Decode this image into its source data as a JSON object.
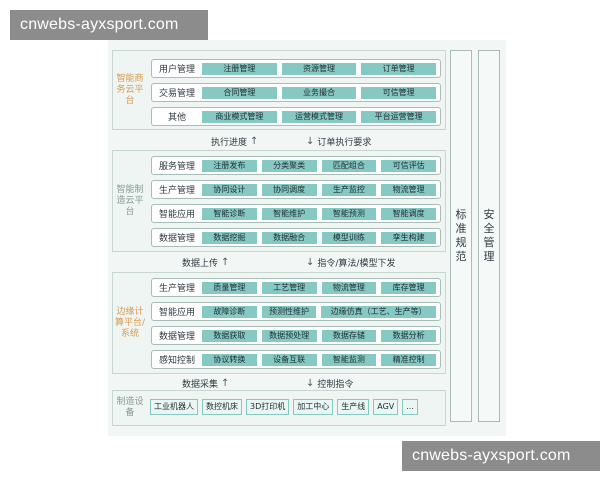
{
  "watermark": "cnwebs-ayxsport.com",
  "groups": [
    {
      "label": "智能商务云平台",
      "rows": [
        {
          "title": "用户管理",
          "cells": [
            "注册管理",
            "资源管理",
            "订单管理"
          ]
        },
        {
          "title": "交易管理",
          "cells": [
            "合同管理",
            "业务撮合",
            "可信管理"
          ]
        },
        {
          "title": "其他",
          "cells": [
            "商业模式管理",
            "运营模式管理",
            "平台运营管理"
          ]
        }
      ]
    },
    {
      "label": "智能制造云平台",
      "rows": [
        {
          "title": "服务管理",
          "cells": [
            "注册发布",
            "分类聚类",
            "匹配组合",
            "可信评估"
          ]
        },
        {
          "title": "生产管理",
          "cells": [
            "协同设计",
            "协同调度",
            "生产监控",
            "物流管理"
          ]
        },
        {
          "title": "智能应用",
          "cells": [
            "智能诊断",
            "智能维护",
            "智能预测",
            "智能调度"
          ]
        },
        {
          "title": "数据管理",
          "cells": [
            "数据挖掘",
            "数据融合",
            "模型训练",
            "孪生构建"
          ]
        }
      ]
    },
    {
      "label": "边缘计算平台/系统",
      "rows": [
        {
          "title": "生产管理",
          "cells": [
            "质量管理",
            "工艺管理",
            "物流管理",
            "库存管理"
          ]
        },
        {
          "title": "智能应用",
          "cells": [
            "故障诊断",
            "预测性维护",
            "边缘仿真（工艺、生产等）"
          ]
        },
        {
          "title": "数据管理",
          "cells": [
            "数据获取",
            "数据预处理",
            "数据存储",
            "数据分析"
          ]
        },
        {
          "title": "感知控制",
          "cells": [
            "协议转换",
            "设备互联",
            "智能监测",
            "精准控制"
          ]
        }
      ]
    },
    {
      "label": "制造设备",
      "cells": [
        "工业机器人",
        "数控机床",
        "3D打印机",
        "加工中心",
        "生产线",
        "AGV",
        "..."
      ]
    }
  ],
  "arrows": {
    "a1_left": "执行进度",
    "a1_right": "订单执行要求",
    "a2_left": "数据上传",
    "a2_right": "指令/算法/模型下发",
    "a3_left": "数据采集",
    "a3_right": "控制指令"
  },
  "side_columns": [
    "标准规范",
    "安全管理"
  ]
}
